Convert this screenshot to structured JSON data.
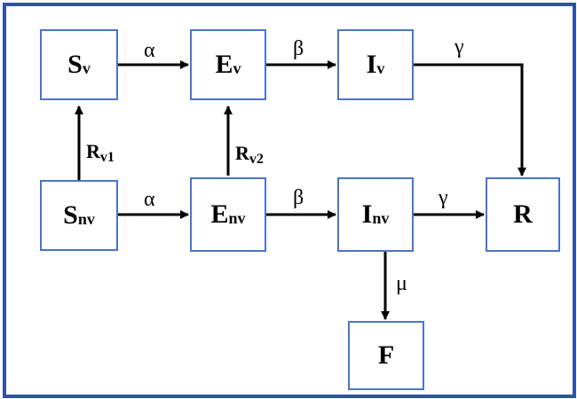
{
  "colors": {
    "frame": "#2f52a8",
    "box_border": "#4a74c9",
    "arrow": "#000000"
  },
  "nodes": {
    "sv": {
      "main": "S",
      "sub": "v"
    },
    "ev": {
      "main": "E",
      "sub": "v"
    },
    "iv": {
      "main": "I",
      "sub": "v"
    },
    "snv": {
      "main": "S",
      "sub": "nv"
    },
    "env": {
      "main": "E",
      "sub": "nv"
    },
    "inv": {
      "main": "I",
      "sub": "nv"
    },
    "r": {
      "main": "R",
      "sub": ""
    },
    "f": {
      "main": "F",
      "sub": ""
    }
  },
  "edges": {
    "alpha_top": "α",
    "beta_top": "β",
    "gamma_top": "γ",
    "alpha_bottom": "α",
    "beta_bottom": "β",
    "gamma_bottom": "γ",
    "mu": "μ",
    "rv1": {
      "main": "R",
      "sub": "v1"
    },
    "rv2": {
      "main": "R",
      "sub": "v2"
    }
  }
}
